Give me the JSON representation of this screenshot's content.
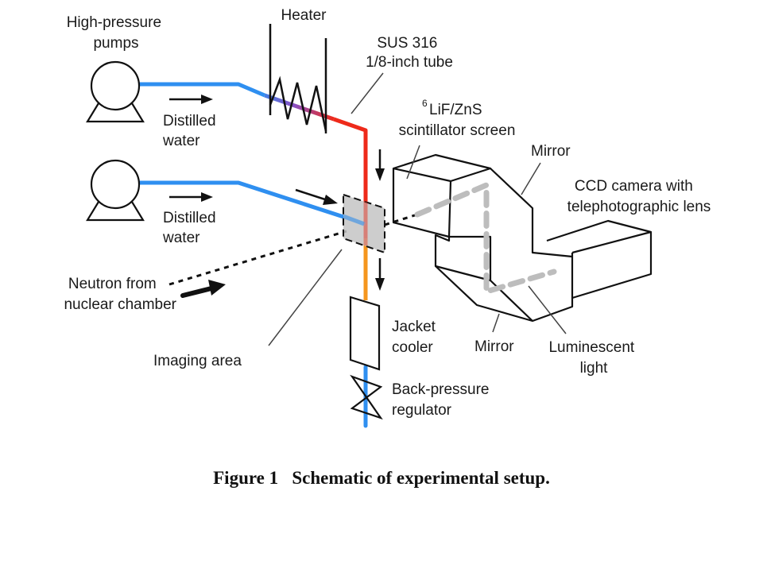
{
  "figure": {
    "labels": {
      "pumps": [
        "High-pressure",
        "pumps"
      ],
      "heater": "Heater",
      "tube": [
        "SUS 316",
        "1/8-inch tube"
      ],
      "water_top": [
        "Distilled",
        "water"
      ],
      "water_bottom": [
        "Distilled",
        "water"
      ],
      "scintillator_isotope": "6",
      "scintillator": [
        "LiF/ZnS",
        "scintillator screen"
      ],
      "mirror_top": "Mirror",
      "camera": [
        "CCD camera with",
        "telephotographic lens"
      ],
      "neutron": [
        "Neutron from",
        "nuclear chamber"
      ],
      "imaging_area": "Imaging area",
      "jacket_cooler": [
        "Jacket",
        "cooler"
      ],
      "mirror_bottom": "Mirror",
      "luminescent": [
        "Luminescent",
        "light"
      ],
      "back_pressure": [
        "Back-pressure",
        "regulator"
      ]
    },
    "colors": {
      "cold_water": "#2f8ff0",
      "hot_water": "#ee2a1a",
      "warm_water": "#f5961e",
      "imaging_area_fill": "#c4c4c4",
      "light_path": "#bdbdbd",
      "line": "#111111"
    },
    "caption": {
      "number": "Figure 1",
      "text": "Schematic of experimental setup."
    }
  }
}
